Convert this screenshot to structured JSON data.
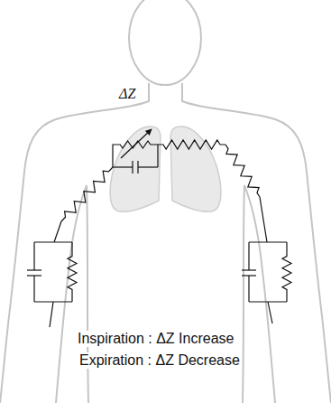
{
  "diagram": {
    "labels": [
      "ΔZ",
      "Inspiration : ΔZ Increase",
      "Expiration : ΔZ Decrease"
    ]
  }
}
